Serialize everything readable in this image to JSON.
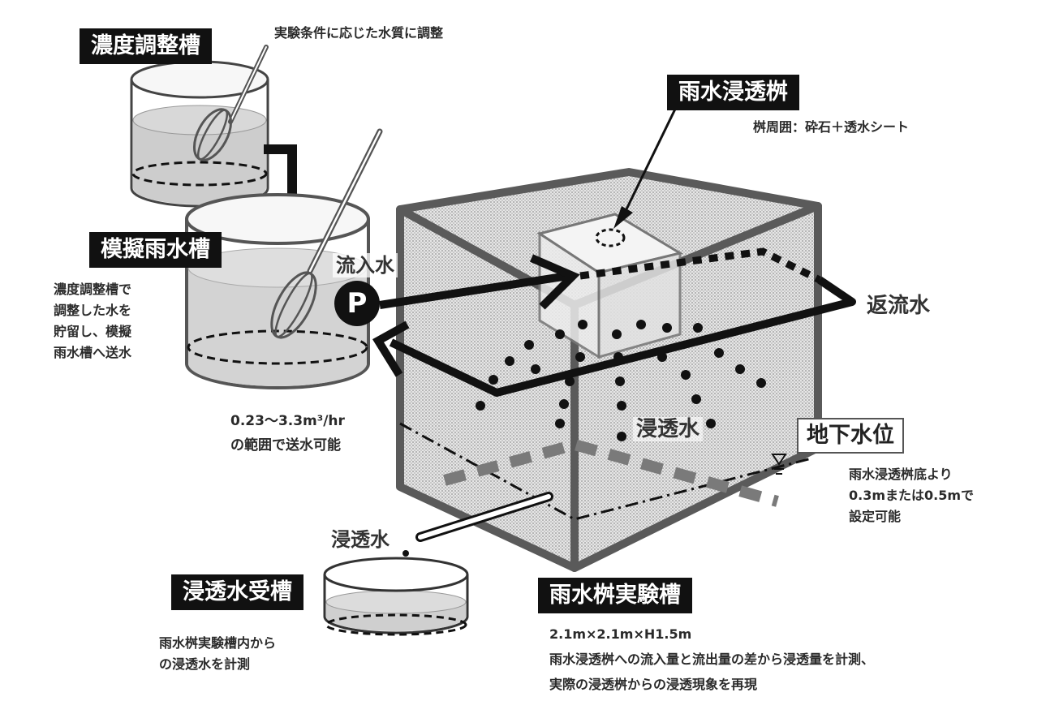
{
  "tanks": {
    "concentration": {
      "title": "濃度調整槽",
      "note": "実験条件に応じた水質に調整"
    },
    "simulated_rain": {
      "title": "模擬雨水槽",
      "note_lines": [
        "濃度調整槽で",
        "調整した水を",
        "貯留し、模擬",
        "雨水槽へ送水"
      ],
      "flow_lines": [
        "0.23～3.3m³/hr",
        "の範囲で送水可能"
      ]
    },
    "infiltration_box": {
      "title": "雨水浸透桝",
      "note": "桝周囲：砕石＋透水シート"
    },
    "experiment": {
      "title": "雨水桝実験槽",
      "note_lines": [
        "2.1m×2.1m×H1.5m",
        "雨水浸透桝への流入量と流出量の差から浸透量を計測、",
        "実際の浸透桝からの浸透現象を再現"
      ]
    },
    "receiver": {
      "title": "浸透水受槽",
      "note_lines": [
        "雨水桝実験槽内から",
        "の浸透水を計測"
      ]
    }
  },
  "flow_labels": {
    "inflow": "流入水",
    "return": "返流水",
    "seepage_inner": "浸透水",
    "seepage_outer": "浸透水",
    "pump": "P"
  },
  "groundwater": {
    "title": "地下水位",
    "note_lines": [
      "雨水浸透桝底より",
      "0.3mまたは0.5mで",
      "設定可能"
    ]
  },
  "colors": {
    "label_bg": "#111111",
    "box_edge": "#5a5a5a",
    "box_fill": "#d9d9d9",
    "water": "#d0d0d0"
  }
}
